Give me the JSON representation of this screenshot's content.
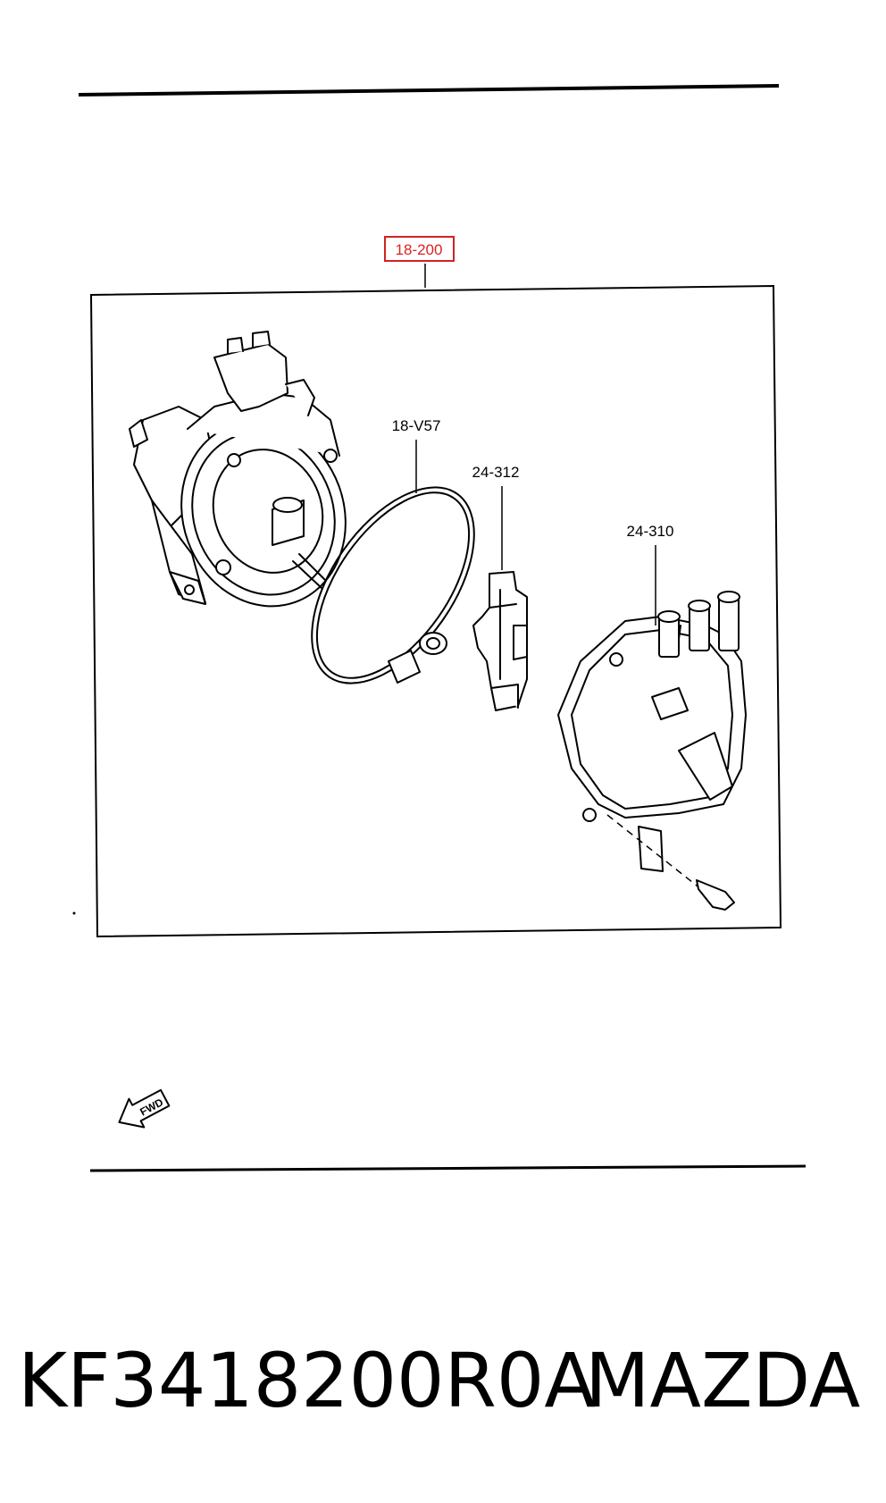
{
  "diagram": {
    "assembly_ref": "18-200",
    "parts": [
      {
        "ref": "18-V57"
      },
      {
        "ref": "24-312"
      },
      {
        "ref": "24-310"
      }
    ],
    "direction_label": "FWD",
    "accent_color": "#d22222"
  },
  "footer": {
    "part_number": "KF3418200R0A",
    "brand": "MAZDA"
  }
}
